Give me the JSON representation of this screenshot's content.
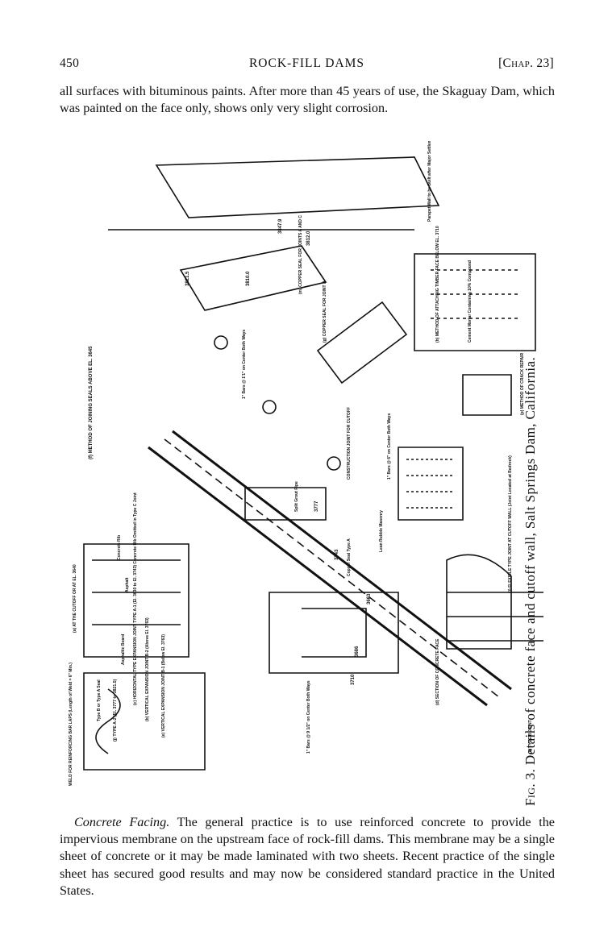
{
  "header": {
    "page_number": "450",
    "running_title": "ROCK-FILL DAMS",
    "chapter": "[Chap. 23]"
  },
  "paragraph_top": "all surfaces with bituminous paints. After more than 45 years of use, the Skaguay Dam, which was painted on the face only, shows only very slight corrosion.",
  "figure": {
    "caption_label": "Fig. 3.",
    "caption_text": "Details of concrete face and cutoff wall, Salt Springs Dam, California.",
    "labels": {
      "f": "(f) METHOD OF JOINING SEALS ABOVE EL. 3645",
      "j": "(j) TYPE A-2 (El. 3777 to 3821.5)",
      "c": "(c) HORIZONTAL TYPE EXPANSION JOINT TYPE A-1 (El. 3630 to El. 3743) Concrete Rib Omitted in Type C Joint",
      "b": "(b) VERTICAL EXPANSION JOINT B-2 (Above El. 3763)",
      "e": "(e) VERTICAL EXPANSION JOINT B-1 (Below El. 3763)",
      "a": "(a) AT THE CUTOFF OR AT EL. 3640",
      "d": "(d) SECTION OF CONCRETE FACE",
      "i": "(i) FLEXIBLE TYPE JOINT AT CUTOFF WALL (Joint Located at Bedrock)",
      "k": "(k) TYPE B JOINT",
      "g": "(g) COPPER SEAL FOR JOINT B",
      "m": "(m) COPPER SEAL FOR JOINTS A AND C",
      "h": "(h) METHOD OF ATTACHING TIMBER FACE BELOW EL. 3710",
      "p": "(p) METHOD OF CRACK REPAIR",
      "cj": "CONSTRUCTION JOINT FOR CUTOFF",
      "weld": "WELD FOR REINFORCING BAR LAPS (Length of Weld = 6\" Min.)",
      "parapet": "Parapet Wall to be Built after Major Settlement of Dam has Taken Place",
      "bars1": "1\" Bars @ 1'1\" on Center Both Ways",
      "bars2": "1\" Bars @ 6\" on Center Both Ways",
      "bars3": "1\" Bars @ 9 1/2\" on Center Both Ways",
      "el1": "3821.5",
      "el2": "3810.0",
      "el3": "3847.9",
      "el4": "3812.0",
      "el5": "3777",
      "el6": "3743",
      "el7": "3663",
      "el8": "3686",
      "el9": "3710",
      "lean": "Lean Rubble Masonry",
      "grout": "Split Grout Pipe",
      "mortar": "Cement Mortar Containing 10% Compound",
      "asphalt": "Asphalt",
      "board": "Asphaltic Board",
      "rib": "Concrete Rib",
      "copper": "Copper Seal Type A",
      "typeb": "Type B or Type A Seal"
    }
  },
  "paragraph_bottom": {
    "lead": "Concrete Facing.",
    "text": " The general practice is to use reinforced concrete to provide the impervious membrane on the upstream face of rock-fill dams. This membrane may be a single sheet of concrete or it may be made laminated with two sheets. Recent practice of the single sheet has secured good results and may now be considered standard practice in the United States."
  }
}
